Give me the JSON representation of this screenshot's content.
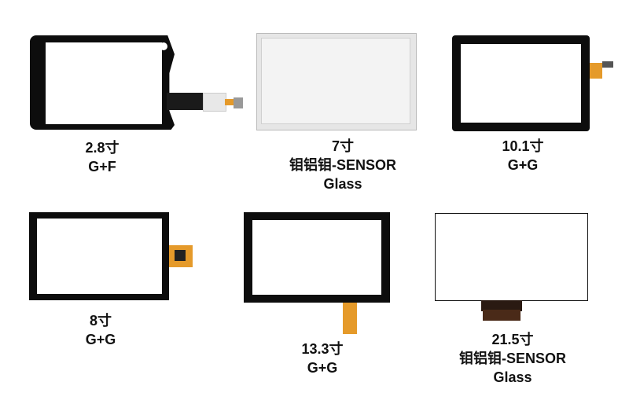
{
  "products": [
    {
      "size": "2.8寸",
      "type": "G+F",
      "lines": [
        "2.8寸",
        "G+F"
      ]
    },
    {
      "size": "7寸",
      "type": "钼铝钼-SENSOR Glass",
      "lines": [
        "7寸",
        "钼铝钼-SENSOR",
        "Glass"
      ]
    },
    {
      "size": "10.1寸",
      "type": "G+G",
      "lines": [
        "10.1寸",
        "G+G"
      ]
    },
    {
      "size": "8寸",
      "type": "G+G",
      "lines": [
        "8寸",
        "G+G"
      ]
    },
    {
      "size": "13.3寸",
      "type": "G+G",
      "lines": [
        "13.3寸",
        "G+G"
      ]
    },
    {
      "size": "21.5寸",
      "type": "钼铝钼-SENSOR Glass",
      "lines": [
        "21.5寸",
        "钼铝钼-SENSOR",
        "Glass"
      ]
    }
  ],
  "colors": {
    "bezel": "#0d0d0d",
    "fpc": "#e59a2a",
    "sensor": "#e6e6e6"
  }
}
